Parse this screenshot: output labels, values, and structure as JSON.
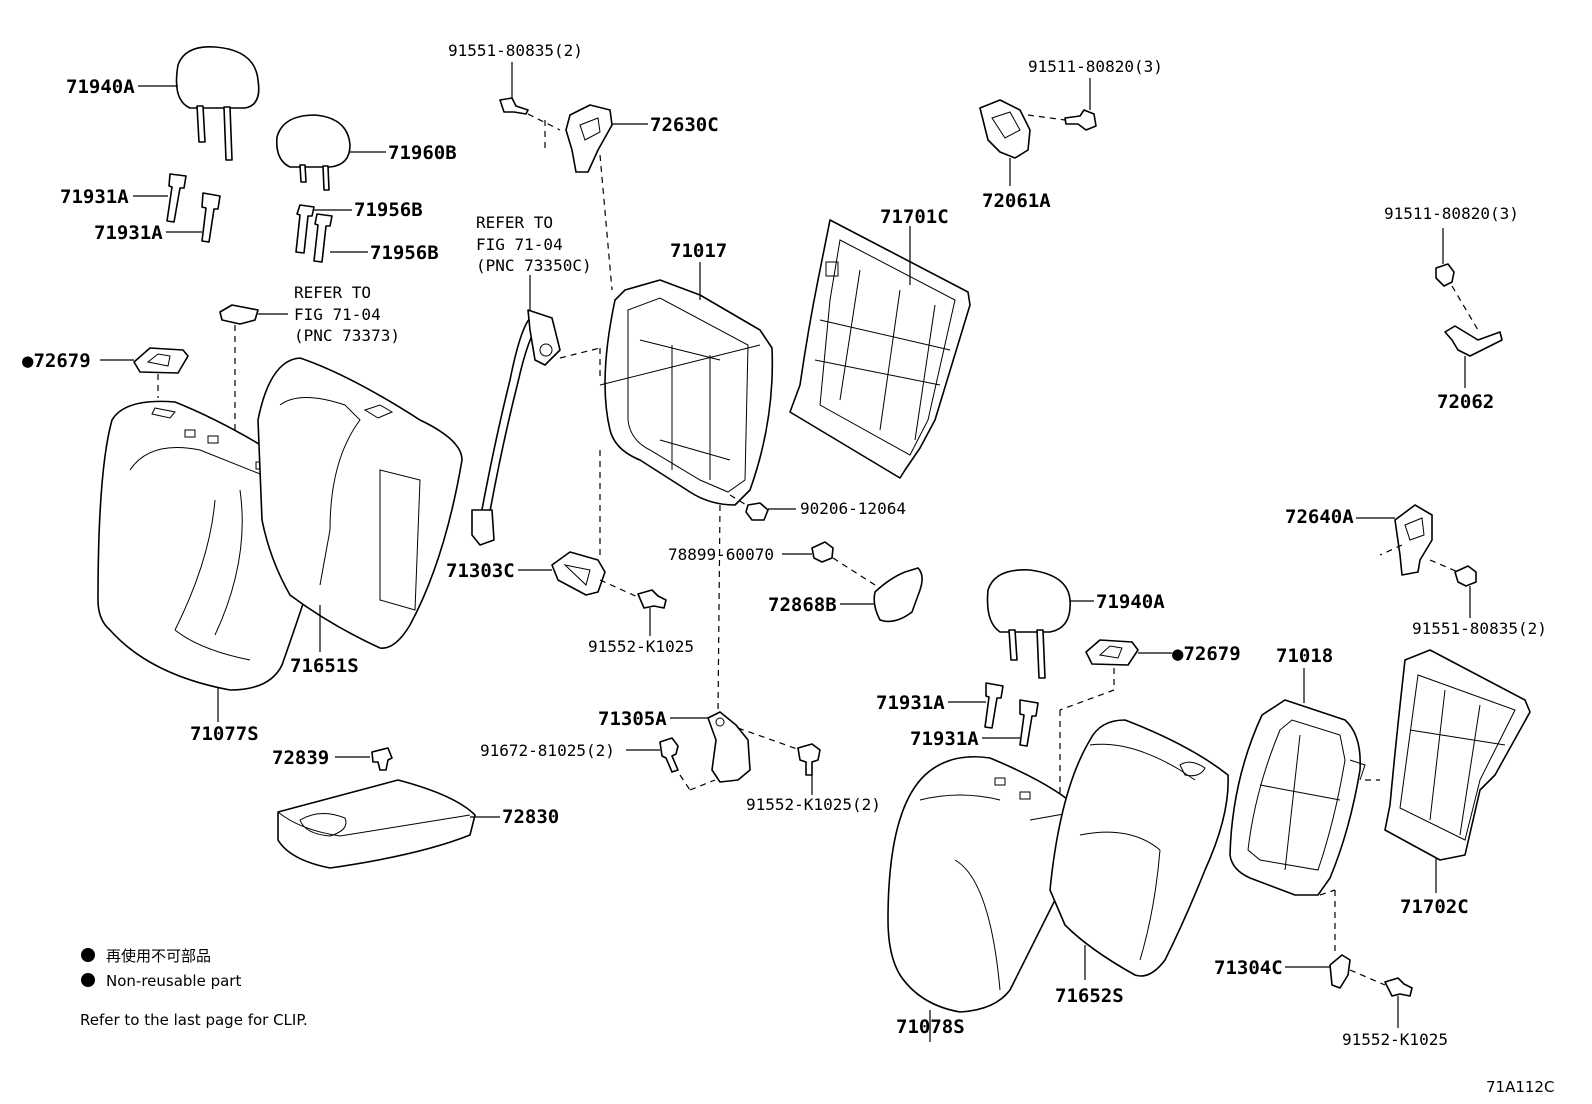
{
  "labels": [
    {
      "id": "71940A-1",
      "text": "71940A"
    },
    {
      "id": "71960B",
      "text": "71960B"
    },
    {
      "id": "71931A-1",
      "text": "71931A"
    },
    {
      "id": "71931A-2",
      "text": "71931A"
    },
    {
      "id": "71956B-1",
      "text": "71956B"
    },
    {
      "id": "71956B-2",
      "text": "71956B"
    },
    {
      "id": "refer-1-a",
      "text": "REFER TO"
    },
    {
      "id": "refer-1-b",
      "text": "FIG 71-04"
    },
    {
      "id": "refer-1-c",
      "text": "(PNC 73373)"
    },
    {
      "id": "72679-1",
      "text": "●72679"
    },
    {
      "id": "91551-80835-2-top",
      "text": "91551-80835(2)"
    },
    {
      "id": "72630C",
      "text": "72630C"
    },
    {
      "id": "refer-2-a",
      "text": "REFER TO"
    },
    {
      "id": "refer-2-b",
      "text": "FIG 71-04"
    },
    {
      "id": "refer-2-c",
      "text": "(PNC 73350C)"
    },
    {
      "id": "71017",
      "text": "71017"
    },
    {
      "id": "71701C",
      "text": "71701C"
    },
    {
      "id": "91511-80820-3-a",
      "text": "91511-80820(3)"
    },
    {
      "id": "72061A",
      "text": "72061A"
    },
    {
      "id": "91511-80820-3-b",
      "text": "91511-80820(3)"
    },
    {
      "id": "72062",
      "text": "72062"
    },
    {
      "id": "90206-12064",
      "text": "90206-12064"
    },
    {
      "id": "78899-60070",
      "text": "78899-60070"
    },
    {
      "id": "71303C",
      "text": "71303C"
    },
    {
      "id": "72868B",
      "text": "72868B"
    },
    {
      "id": "91552-K1025-a",
      "text": "91552-K1025"
    },
    {
      "id": "71651S",
      "text": "71651S"
    },
    {
      "id": "71077S",
      "text": "71077S"
    },
    {
      "id": "71305A",
      "text": "71305A"
    },
    {
      "id": "91672-81025",
      "text": "91672-81025(2)"
    },
    {
      "id": "91552-K1025-2",
      "text": "91552-K1025(2)"
    },
    {
      "id": "72839",
      "text": "72839"
    },
    {
      "id": "72830",
      "text": "72830"
    },
    {
      "id": "72640A",
      "text": "72640A"
    },
    {
      "id": "91551-80835-2-right",
      "text": "91551-80835(2)"
    },
    {
      "id": "71940A-2",
      "text": "71940A"
    },
    {
      "id": "72679-2",
      "text": "●72679"
    },
    {
      "id": "71018",
      "text": "71018"
    },
    {
      "id": "71931A-3",
      "text": "71931A"
    },
    {
      "id": "71931A-4",
      "text": "71931A"
    },
    {
      "id": "71702C",
      "text": "71702C"
    },
    {
      "id": "71304C",
      "text": "71304C"
    },
    {
      "id": "71652S",
      "text": "71652S"
    },
    {
      "id": "71078S",
      "text": "71078S"
    },
    {
      "id": "91552-K1025-b",
      "text": "91552-K1025"
    }
  ],
  "legend": {
    "line1": "再使用不可部品",
    "line2": "Non-reusable part",
    "clip_note": "Refer to the last page for CLIP."
  },
  "figure_code": "71A112C"
}
